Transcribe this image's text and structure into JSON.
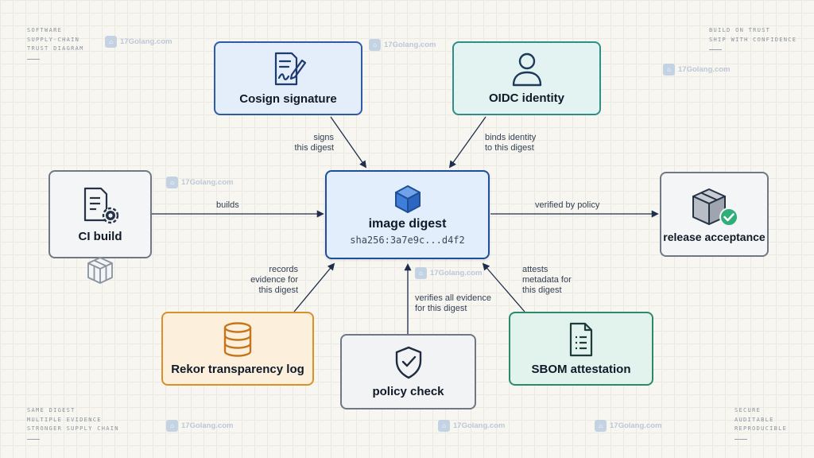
{
  "corners": {
    "top_left": [
      "SOFTWARE",
      "SUPPLY-CHAIN",
      "TRUST DIAGRAM"
    ],
    "top_right": [
      "BUILD ON TRUST",
      "SHIP WITH CONFIDENCE"
    ],
    "bottom_left": [
      "SAME DIGEST",
      "MULTIPLE EVIDENCE",
      "STRONGER SUPPLY CHAIN"
    ],
    "bottom_right": [
      "SECURE",
      "AUDITABLE",
      "REPRODUCIBLE"
    ]
  },
  "nodes": {
    "cosign": {
      "title": "Cosign signature",
      "icon": "signed-document-icon"
    },
    "oidc": {
      "title": "OIDC identity",
      "icon": "user-icon"
    },
    "ci": {
      "title": "CI build",
      "icon": "document-gear-icon",
      "sub_icon": "package-cube-icon"
    },
    "digest": {
      "title": "image digest",
      "subtitle": "sha256:3a7e9c...d4f2",
      "icon": "cube-icon"
    },
    "release": {
      "title": "release acceptance",
      "icon": "box-check-icon"
    },
    "rekor": {
      "title": "Rekor transparency log",
      "icon": "database-icon"
    },
    "policy": {
      "title": "policy check",
      "icon": "shield-check-icon"
    },
    "sbom": {
      "title": "SBOM attestation",
      "icon": "list-document-icon"
    }
  },
  "edges": {
    "signs": [
      "signs",
      "this digest"
    ],
    "binds": [
      "binds identity",
      "to this digest"
    ],
    "builds": [
      "builds"
    ],
    "verified": [
      "verified by policy"
    ],
    "records": [
      "records",
      "evidence for",
      "this digest"
    ],
    "verifies": [
      "verifies all evidence",
      "for this digest"
    ],
    "attests": [
      "attests",
      "metadata for",
      "this digest"
    ]
  },
  "watermark": {
    "text": "17Golang.com",
    "icon": "golang-logo-icon"
  },
  "colors": {
    "blue_border": "#2f5aa8",
    "blue_fill": "#e4eefb",
    "teal_border": "#2f8f88",
    "teal_fill": "#e2f3f1",
    "gray_border": "#6f7884",
    "gray_fill": "#f4f5f6",
    "orange_border": "#d8902a",
    "orange_fill": "#fcefdc",
    "green_border": "#2b8a6c",
    "green_fill": "#e2f2ec",
    "digest_border": "#1f4f9a",
    "digest_fill": "#e3eefc",
    "arrow": "#1f2e4d",
    "check_green": "#2fae7a"
  }
}
